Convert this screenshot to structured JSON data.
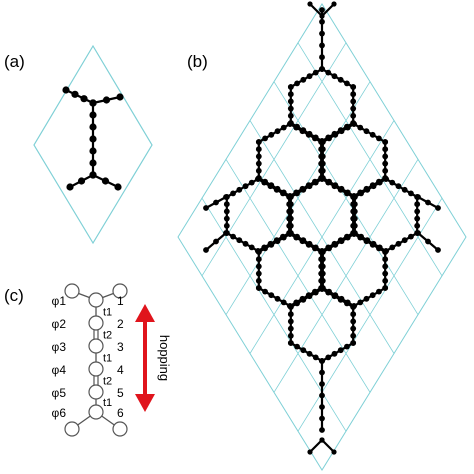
{
  "panels": {
    "a": {
      "label": "(a)"
    },
    "b": {
      "label": "(b)"
    },
    "c": {
      "label": "(c)",
      "phi_labels": [
        "φ1",
        "φ2",
        "φ3",
        "φ4",
        "φ5",
        "φ6"
      ],
      "site_numbers": [
        "1",
        "2",
        "3",
        "4",
        "5",
        "6"
      ],
      "bond_labels": [
        "t1",
        "t2",
        "t1",
        "t2",
        "t1"
      ],
      "arrow_label": "hopping"
    }
  },
  "colors": {
    "lattice": "#7fd0d6",
    "atom": "#000000",
    "arrow": "#e0141c",
    "bond_open": "#555555"
  }
}
